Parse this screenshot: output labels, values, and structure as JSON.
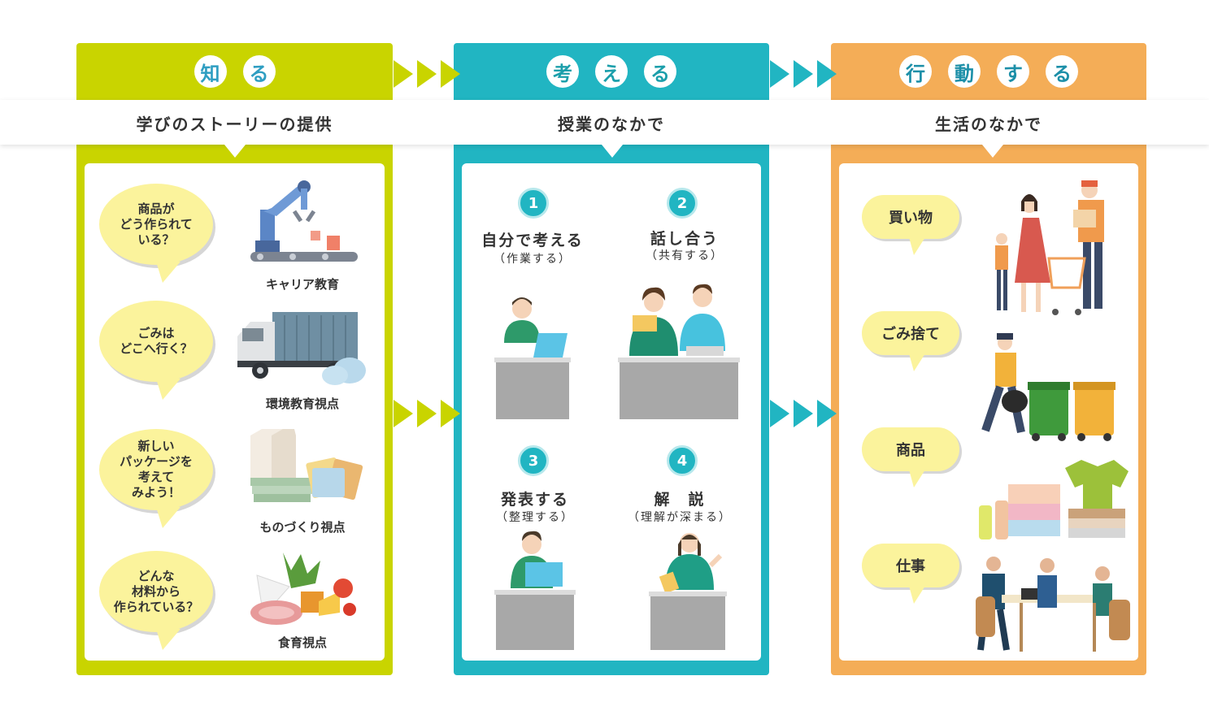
{
  "columns": [
    {
      "header_chars": [
        "知",
        "る"
      ],
      "subtitle": "学びのストーリーの提供"
    },
    {
      "header_chars": [
        "考",
        "え",
        "る"
      ],
      "subtitle": "授業のなかで"
    },
    {
      "header_chars": [
        "行",
        "動",
        "す",
        "る"
      ],
      "subtitle": "生活のなかで"
    }
  ],
  "know": {
    "items": [
      {
        "bubble": "商品が\nどう作られて\nいる？",
        "caption": "キャリア教育"
      },
      {
        "bubble": "ごみは\nどこへ行く？",
        "caption": "環境教育視点"
      },
      {
        "bubble": "新しい\nパッケージを\n考えて\nみよう！",
        "caption": "ものづくり視点"
      },
      {
        "bubble": "どんな\n材料から\n作られている？",
        "caption": "食育視点"
      }
    ]
  },
  "think": {
    "steps": [
      {
        "num": "1",
        "title": "自分で考える",
        "sub": "（作業する）"
      },
      {
        "num": "2",
        "title": "話し合う",
        "sub": "（共有する）"
      },
      {
        "num": "3",
        "title": "発表する",
        "sub": "（整理する）"
      },
      {
        "num": "4",
        "title": "解　説",
        "sub": "（理解が深まる）"
      }
    ]
  },
  "act": {
    "items": [
      "買い物",
      "ごみ捨て",
      "商品",
      "仕事"
    ]
  },
  "colors": {
    "green": "#c9d400",
    "teal": "#21b5c2",
    "orange": "#f4ad57",
    "bubble": "#fbf39c"
  }
}
